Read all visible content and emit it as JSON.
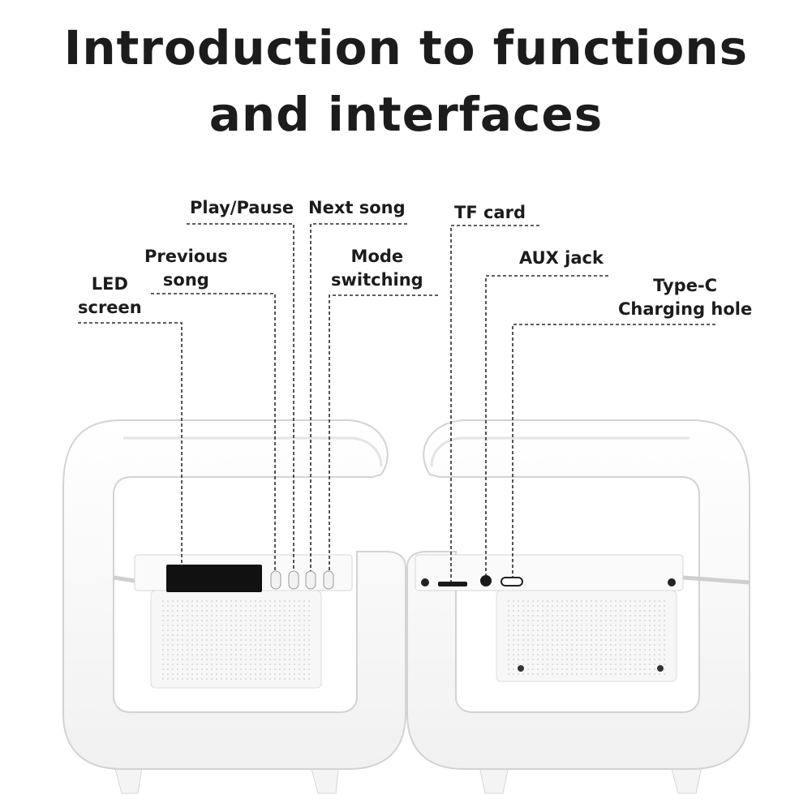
{
  "title": {
    "line1": "Introduction to functions",
    "line2": "and interfaces"
  },
  "labels": {
    "led_screen": {
      "line1": "LED",
      "line2": "screen"
    },
    "previous_song": {
      "line1": "Previous",
      "line2": "song"
    },
    "play_pause": "Play/Pause",
    "next_song": "Next song",
    "mode_switching": {
      "line1": "Mode",
      "line2": "switching"
    },
    "tf_card": "TF card",
    "aux_jack": "AUX jack",
    "type_c": {
      "line1": "Type-C",
      "line2": "Charging hole"
    }
  },
  "colors": {
    "body": "#ffffff",
    "outline": "#d9d9d9",
    "shade": "#ececec",
    "screen": "#111111",
    "text": "#1c1c1c"
  }
}
